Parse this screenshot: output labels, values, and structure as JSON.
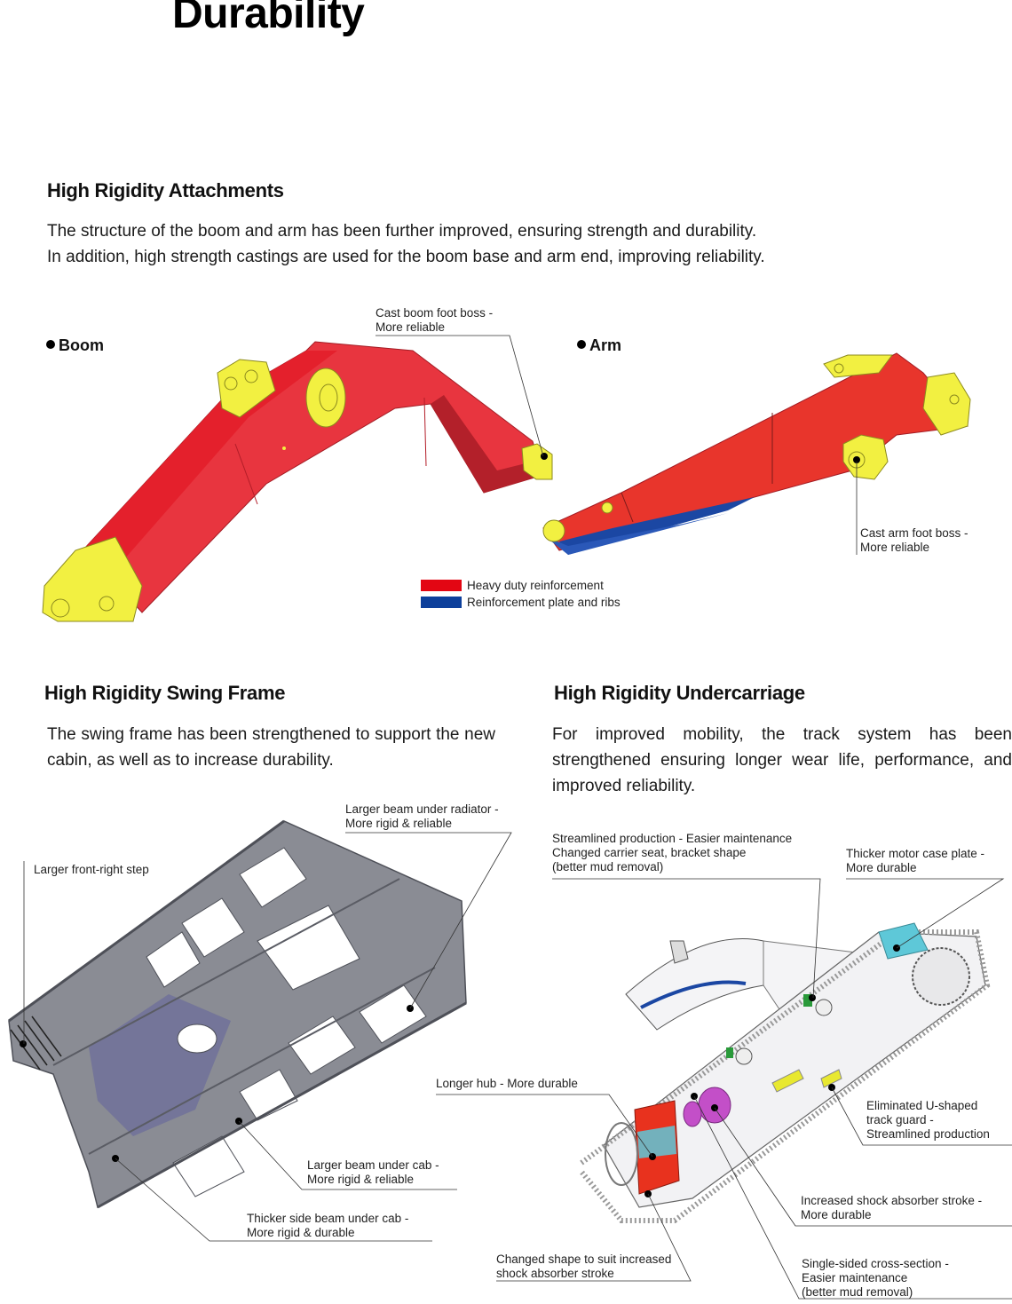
{
  "page": {
    "title": "Durability"
  },
  "attachments": {
    "heading": "High Rigidity Attachments",
    "description_lines": [
      "The structure of the boom and arm has been further improved, ensuring strength and durability.",
      "In addition, high strength castings are used for the boom base and arm end, improving reliability."
    ],
    "boom_label": "Boom",
    "arm_label": "Arm",
    "callouts": {
      "boom_boss": [
        "Cast boom foot boss -",
        "More reliable"
      ],
      "arm_boss": [
        "Cast arm foot boss -",
        "More reliable"
      ]
    },
    "legend": [
      {
        "label": "Heavy duty reinforcement",
        "color": "#e30613"
      },
      {
        "label": "Reinforcement plate and ribs",
        "color": "#0d3f9b"
      }
    ],
    "colors": {
      "red": "#e8353f",
      "yellow": "#f2f041",
      "blue": "#1b47a3"
    }
  },
  "swing_frame": {
    "heading": "High Rigidity Swing Frame",
    "description": "The swing frame has been strengthened to support the new cabin, as well as to increase durability.",
    "callouts": {
      "step": [
        "Larger front-right step"
      ],
      "radiator_beam": [
        "Larger beam under radiator -",
        "More rigid & reliable"
      ],
      "cab_beam": [
        "Larger beam under cab -",
        "More rigid & reliable"
      ],
      "side_beam": [
        "Thicker side beam under cab -",
        "More rigid & durable"
      ]
    },
    "colors": {
      "frame": "#7d7f88",
      "frame_dark": "#55575f",
      "accent": "#6e6f9a"
    }
  },
  "undercarriage": {
    "heading": "High Rigidity Undercarriage",
    "description": "For improved mobility, the track system has been strengthened ensuring longer wear life, performance, and improved reliability.",
    "callouts": {
      "carrier": [
        "Streamlined production - Easier maintenance",
        "Changed carrier seat, bracket shape",
        "(better mud removal)"
      ],
      "motor": [
        "Thicker motor case plate -",
        "More durable"
      ],
      "hub": [
        "Longer hub - More durable"
      ],
      "track_guard": [
        "Eliminated U-shaped",
        "track guard -",
        "Streamlined production"
      ],
      "shock_stroke": [
        "Increased shock absorber stroke -",
        "More durable"
      ],
      "shape": [
        "Changed shape to suit increased",
        "shock absorber stroke"
      ],
      "cross_section": [
        "Single-sided cross-section -",
        "Easier maintenance",
        "(better mud removal)"
      ]
    },
    "colors": {
      "cyan": "#5ec8d8",
      "magenta": "#c34fc8",
      "red": "#e8321e",
      "yellow": "#e8e830",
      "green": "#2a9a3a",
      "blue": "#1b47a3"
    }
  }
}
